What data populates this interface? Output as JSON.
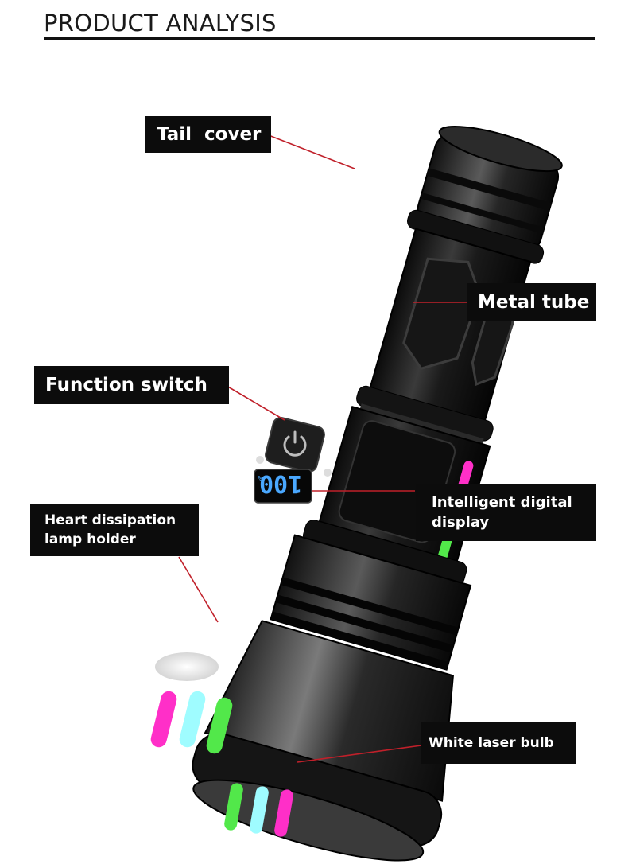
{
  "header": {
    "title": "PRODUCT ANALYSIS"
  },
  "labels": {
    "tail_cover": "Tail  cover",
    "metal_tube": "Metal tube",
    "function_switch": "Function switch",
    "intelligent_display_line1": "Intelligent digital",
    "intelligent_display_line2": "display",
    "heat_dissipation_line1": "Heart dissipation",
    "heat_dissipation_line2": "lamp holder",
    "white_laser_bulb": "White laser bulb"
  },
  "display": {
    "readout": "100",
    "symbol": "%"
  },
  "colors": {
    "label_bg": "#0c0c0c",
    "leader_line": "#c0202a",
    "lcd_digits": "#4aa8ff",
    "accent_pink": "#ff2fc8",
    "accent_cyan": "#9ffcff",
    "accent_green": "#52e84a"
  },
  "icons": {
    "power": "power-icon",
    "battery": "battery-icon"
  }
}
